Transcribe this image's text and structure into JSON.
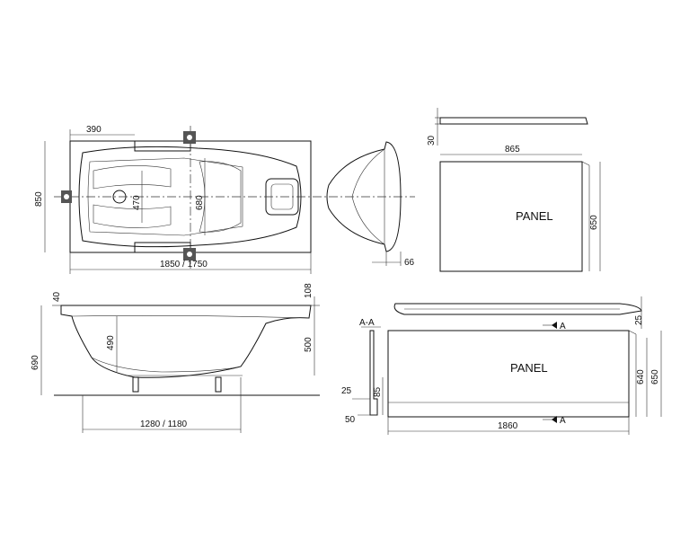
{
  "dimensions": {
    "top_offset": "390",
    "top_width": "850",
    "top_inner": "470",
    "top_inner2": "680",
    "top_length": "1850 / 1750",
    "end_depth": "66",
    "panel_thickness": "30",
    "panel_width": "865",
    "panel_height": "650",
    "side_rim": "40",
    "side_rim_right": "108",
    "side_height": "690",
    "side_inner": "490",
    "side_500": "500",
    "side_length": "1280 / 1180",
    "section_label": "A-A",
    "section_25": "25",
    "section_85": "85",
    "section_50": "50",
    "front_25": "25",
    "front_640": "640",
    "front_650": "650",
    "front_length": "1860",
    "section_mark_top": "A",
    "section_mark_bottom": "A"
  },
  "labels": {
    "panel_end": "PANEL",
    "panel_front": "PANEL"
  }
}
